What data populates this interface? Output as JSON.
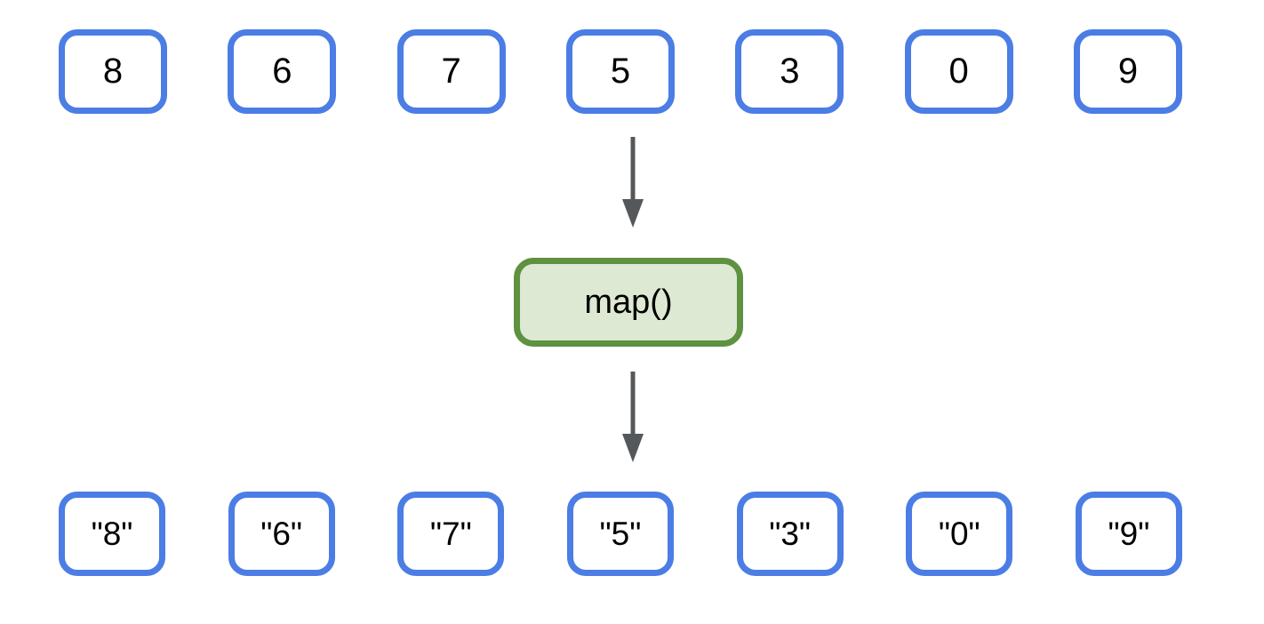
{
  "diagram": {
    "title_hidden": "",
    "function_box": {
      "label": "map()"
    },
    "input_row": {
      "items": [
        "8",
        "6",
        "7",
        "5",
        "3",
        "0",
        "9"
      ]
    },
    "output_row": {
      "items": [
        "\"8\"",
        "\"6\"",
        "\"7\"",
        "\"5\"",
        "\"3\"",
        "\"0\"",
        "\"9\""
      ]
    },
    "colors": {
      "box_border_blue": "#4b7de5",
      "map_border_green": "#5e9140",
      "map_fill_green": "#dde9d3",
      "arrow_gray": "#54585a",
      "text_black": "#000000",
      "canvas_white": "#ffffff"
    }
  }
}
